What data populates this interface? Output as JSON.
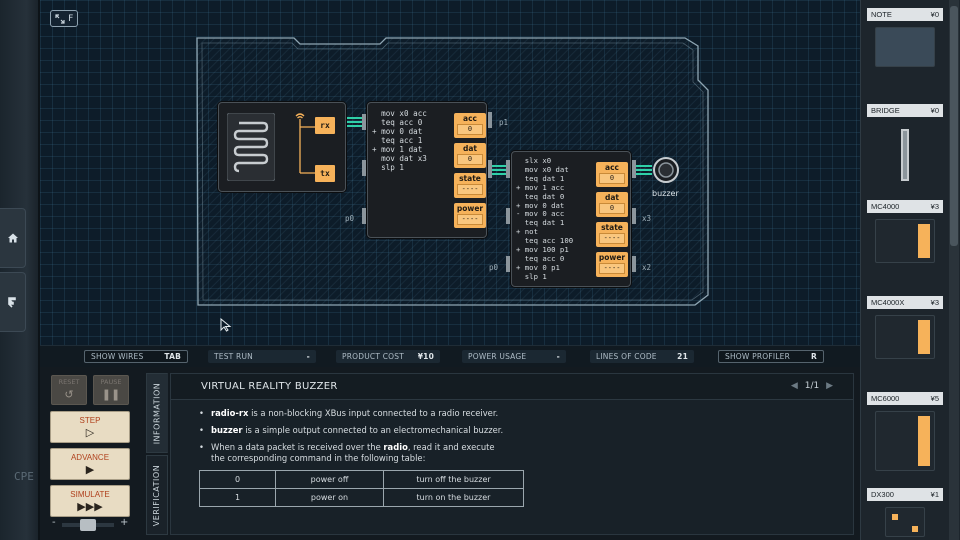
{
  "left_nav": {
    "home_icon": "home-icon",
    "back_icon": "back-arrow-icon",
    "logo_text": "CPE"
  },
  "board": {
    "fullscreen_key": "F",
    "modules": {
      "radio": {
        "rx_label": "rx",
        "tx_label": "tx"
      },
      "mc_a": {
        "code": "  mov x0 acc\n  teq acc 0\n+ mov 0 dat\n  teq acc 1\n+ mov 1 dat\n  mov dat x3\n  slp 1",
        "registers": [
          {
            "name": "acc",
            "value": "0"
          },
          {
            "name": "dat",
            "value": "0"
          },
          {
            "name": "state",
            "value": "----"
          },
          {
            "name": "power",
            "value": "----"
          }
        ],
        "pins": {
          "p1": "p1",
          "p0": "p0"
        }
      },
      "mc_b": {
        "code": "  slx x0\n  mov x0 dat\n  teq dat 1\n+ mov 1 acc\n  teq dat 0\n+ mov 0 dat\n- mov 0 acc\n  teq dat 1\n+ not\n  teq acc 100\n+ mov 100 p1\n  teq acc 0\n+ mov 0 p1\n  slp 1",
        "registers": [
          {
            "name": "acc",
            "value": "0"
          },
          {
            "name": "dat",
            "value": "0"
          },
          {
            "name": "state",
            "value": "----"
          },
          {
            "name": "power",
            "value": "----"
          }
        ],
        "pins": {
          "p0": "p0",
          "x3": "x3",
          "x2": "x2"
        }
      },
      "buzzer": {
        "label": "buzzer"
      }
    }
  },
  "status_bar": {
    "show_wires": {
      "label": "SHOW WIRES",
      "key": "TAB"
    },
    "test_run": {
      "label": "TEST RUN",
      "value": "-"
    },
    "product_cost": {
      "label": "PRODUCT COST",
      "value": "¥10"
    },
    "power_usage": {
      "label": "POWER USAGE",
      "value": "-"
    },
    "lines_of_code": {
      "label": "LINES OF CODE",
      "value": "21"
    },
    "show_profiler": {
      "label": "SHOW PROFILER",
      "key": "R"
    }
  },
  "controls": {
    "reset": "RESET",
    "pause": "PAUSE",
    "step": "STEP",
    "advance": "ADVANCE",
    "simulate": "SIMULATE",
    "speed_minus": "-",
    "speed_plus": "+",
    "speed_level": 0.5
  },
  "tabs": {
    "information": "INFORMATION",
    "verification": "VERIFICATION"
  },
  "doc": {
    "title": "VIRTUAL REALITY BUZZER",
    "pager": "1/1",
    "bullets": [
      {
        "bold": "radio-rx",
        "rest": " is a non-blocking XBus input connected to a radio receiver."
      },
      {
        "bold": "buzzer",
        "rest": " is a simple output connected to an electromechanical buzzer."
      },
      {
        "pre": "When a data packet is received over the ",
        "bold": "radio",
        "rest": ", read it and execute the corresponding command in the following table:"
      }
    ],
    "table": [
      [
        "0",
        "power off",
        "turn off the buzzer"
      ],
      [
        "1",
        "power on",
        "turn on the buzzer"
      ]
    ]
  },
  "palette": [
    {
      "name": "NOTE",
      "cost": "¥0"
    },
    {
      "name": "BRIDGE",
      "cost": "¥0"
    },
    {
      "name": "MC4000",
      "cost": "¥3"
    },
    {
      "name": "MC4000X",
      "cost": "¥3"
    },
    {
      "name": "MC6000",
      "cost": "¥5"
    },
    {
      "name": "DX300",
      "cost": "¥1"
    }
  ],
  "colors": {
    "accent": "#f6b25a",
    "trace": "#2fd0a8",
    "board": "#0d1c29"
  }
}
